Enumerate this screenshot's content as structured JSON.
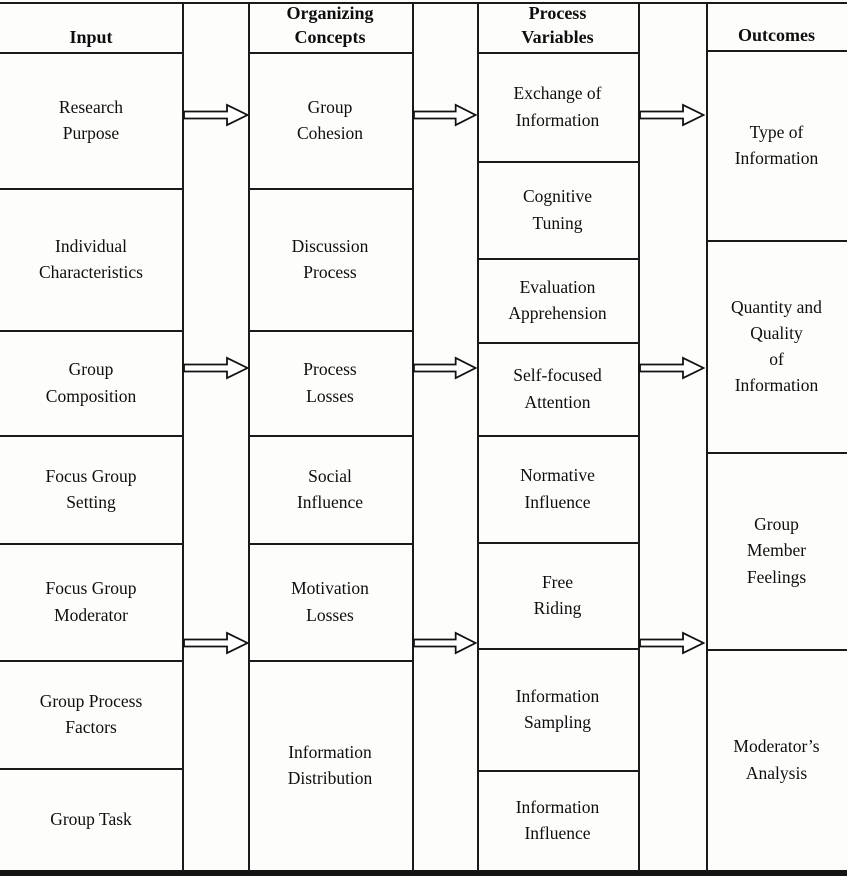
{
  "diagram": {
    "columns": {
      "input": {
        "header": "Input",
        "cells": [
          "Research\nPurpose",
          "Individual\nCharacteristics",
          "Group\nComposition",
          "Focus Group\nSetting",
          "Focus Group\nModerator",
          "Group Process\nFactors",
          "Group Task"
        ]
      },
      "organizing": {
        "header": "Organizing\nConcepts",
        "cells": [
          "Group\nCohesion",
          "Discussion\nProcess",
          "Process\nLosses",
          "Social\nInfluence",
          "Motivation\nLosses",
          "Information\nDistribution"
        ]
      },
      "process": {
        "header": "Process\nVariables",
        "cells": [
          "Exchange of\nInformation",
          "Cognitive\nTuning",
          "Evaluation\nApprehension",
          "Self-focused\nAttention",
          "Normative\nInfluence",
          "Free\nRiding",
          "Information\nSampling",
          "Information\nInfluence"
        ]
      },
      "outcomes": {
        "header": "Outcomes",
        "cells": [
          "Type of\nInformation",
          "Quantity and\nQuality\nof\nInformation",
          "Group\nMember\nFeelings",
          "Moderator’s\nAnalysis"
        ]
      }
    },
    "arrow_icon": "right-block-arrow",
    "line_color": "#1a1a1a"
  }
}
